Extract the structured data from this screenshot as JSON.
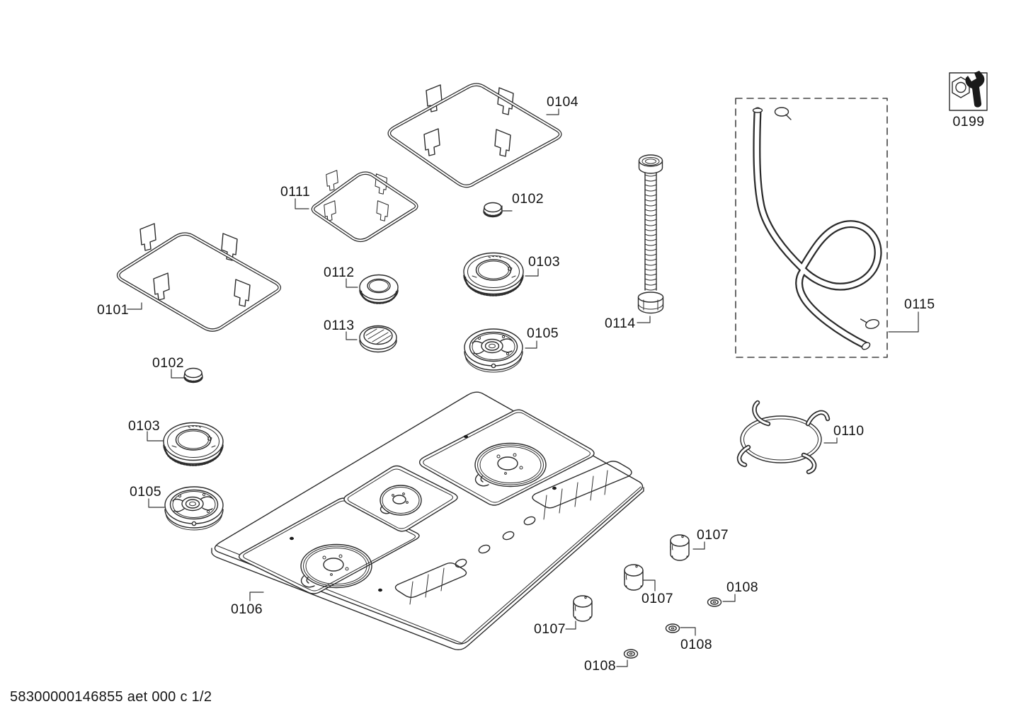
{
  "document": {
    "footer_code": "58300000146855 aet 000 c 1/2"
  },
  "icons": {
    "service": {
      "name": "wrench-nut-icon",
      "glyph": "🔧"
    }
  },
  "callouts": {
    "c0101": "0101",
    "c0102_top": "0102",
    "c0102_left": "0102",
    "c0103_top": "0103",
    "c0103_left": "0103",
    "c0104": "0104",
    "c0105_top": "0105",
    "c0105_left": "0105",
    "c0106": "0106",
    "c0107_a": "0107",
    "c0107_b": "0107",
    "c0107_c": "0107",
    "c0108_a": "0108",
    "c0108_b": "0108",
    "c0108_c": "0108",
    "c0110": "0110",
    "c0111": "0111",
    "c0112": "0112",
    "c0113": "0113",
    "c0114": "0114",
    "c0115": "0115",
    "c0199": "0199"
  }
}
